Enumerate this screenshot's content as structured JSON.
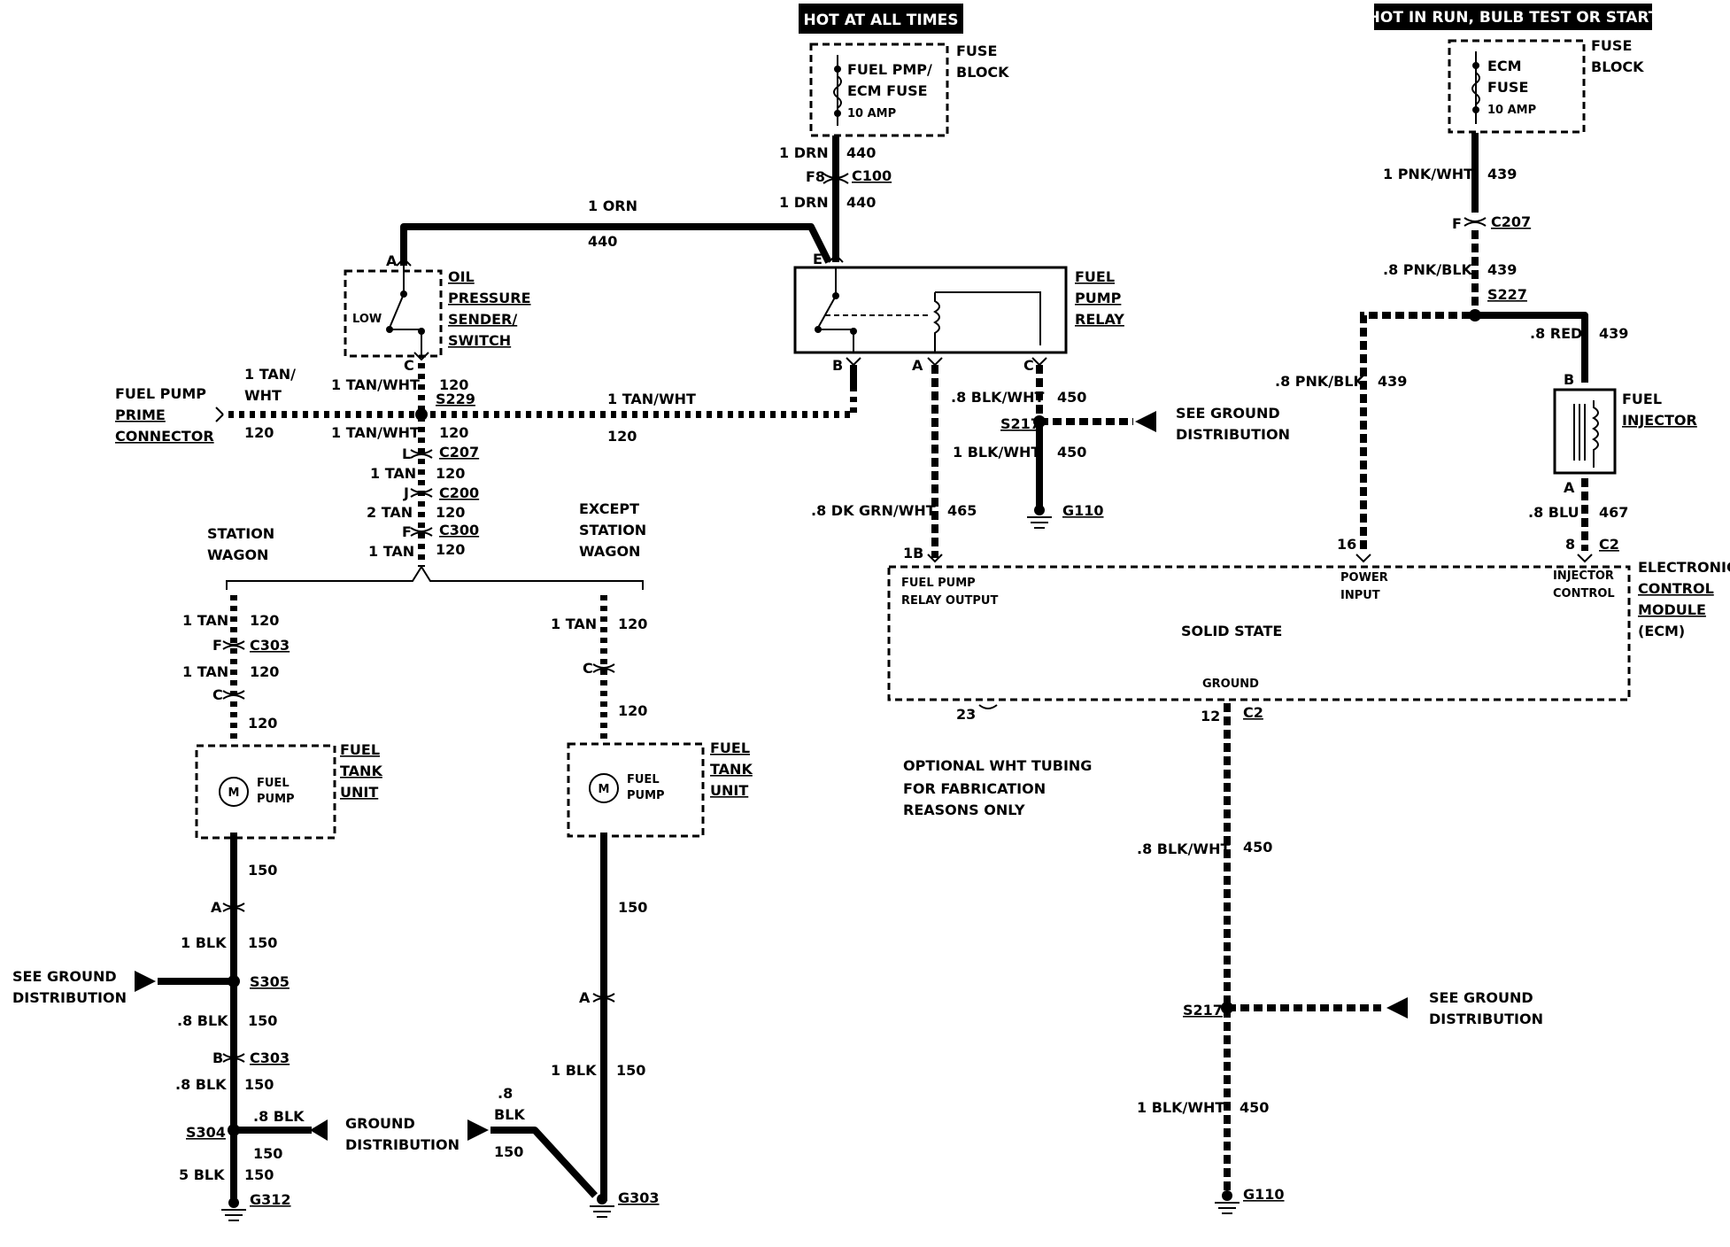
{
  "banners": {
    "hot_at_all_times": "HOT AT ALL TIMES",
    "hot_in_run": "HOT IN RUN, BULB TEST OR START"
  },
  "fuse_blocks": {
    "left": {
      "fuse_name_1": "FUEL PMP/",
      "fuse_name_2": "ECM FUSE",
      "rating": "10 AMP",
      "block_1": "FUSE",
      "block_2": "BLOCK"
    },
    "right": {
      "fuse_name_1": "ECM",
      "fuse_name_2": "FUSE",
      "rating": "10 AMP",
      "block_1": "FUSE",
      "block_2": "BLOCK"
    }
  },
  "components": {
    "oil_switch": {
      "l1": "OIL",
      "l2": "PRESSURE",
      "l3": "SENDER/",
      "l4": "SWITCH",
      "low": "LOW"
    },
    "relay": {
      "l1": "FUEL",
      "l2": "PUMP",
      "l3": "RELAY"
    },
    "injector": {
      "l1": "FUEL",
      "l2": "INJECTOR"
    },
    "prime": {
      "l1": "FUEL PUMP",
      "l2": "PRIME",
      "l3": "CONNECTOR"
    },
    "ecm": {
      "l1": "ELECTRONIC",
      "l2": "CONTROL",
      "l3": "MODULE",
      "l4": "(ECM)",
      "fp_out_1": "FUEL PUMP",
      "fp_out_2": "RELAY OUTPUT",
      "power_1": "POWER",
      "power_2": "INPUT",
      "inj_1": "INJECTOR",
      "inj_2": "CONTROL",
      "solid": "SOLID STATE",
      "ground": "GROUND"
    },
    "tank_sw": {
      "pump_1": "FUEL",
      "pump_2": "PUMP",
      "motor": "M",
      "l1": "FUEL",
      "l2": "TANK",
      "l3": "UNIT"
    },
    "tank_ex": {
      "pump_1": "FUEL",
      "pump_2": "PUMP",
      "motor": "M",
      "l1": "FUEL",
      "l2": "TANK",
      "l3": "UNIT"
    },
    "station_wagon_1": "STATION",
    "station_wagon_2": "WAGON",
    "except_1": "EXCEPT",
    "except_2": "STATION",
    "except_3": "WAGON",
    "optional_1": "OPTIONAL WHT TUBING",
    "optional_2": "FOR FABRICATION",
    "optional_3": "REASONS ONLY",
    "see_ground_1": "SEE GROUND",
    "see_ground_2": "DISTRIBUTION",
    "ground_dist_1": "GROUND",
    "ground_dist_2": "DISTRIBUTION"
  },
  "labels": {
    "orn_1": "1 ORN",
    "n440": "440",
    "drn_1": "1 DRN",
    "f8": "F8",
    "c100": "C100",
    "drn_2": "1 DRN",
    "pin_a": "A",
    "pin_c": "C",
    "pin_e": "E",
    "pin_b": "B",
    "pin_f": "F",
    "pin_l": "L",
    "pin_j": "J",
    "tanwht": "1 TAN/WHT",
    "tanwht_split_1": "1 TAN/",
    "tanwht_split_2": "WHT",
    "n120": "120",
    "s229": "S229",
    "c207": "C207",
    "c200": "C200",
    "c300": "C300",
    "c303": "C303",
    "tan_1": "1 TAN",
    "tan_2": "2 TAN",
    "blkwht_08": ".8 BLK/WHT",
    "blkwht_1": "1 BLK/WHT",
    "n450": "450",
    "s217": "S217",
    "g110": "G110",
    "dkgrn": ".8 DK GRN/WHT",
    "n465": "465",
    "pnkwht": "1 PNK/WHT",
    "n439": "439",
    "c207b": "C207",
    "pnkblk": ".8 PNK/BLK",
    "s227": "S227",
    "red": ".8 RED",
    "blu": ".8 BLU",
    "n467": "467",
    "pin16": "16",
    "pin8": "8",
    "c2": "C2",
    "pin1b": "1B",
    "pin23": "23",
    "pin12": "12",
    "n150": "150",
    "blk_1": "1 BLK",
    "blk_08": ".8 BLK",
    "blk_5": "5 BLK",
    "blk_pt8": ".8",
    "blk_word": "BLK",
    "s305": "S305",
    "s304": "S304",
    "g312": "G312",
    "g303": "G303"
  }
}
